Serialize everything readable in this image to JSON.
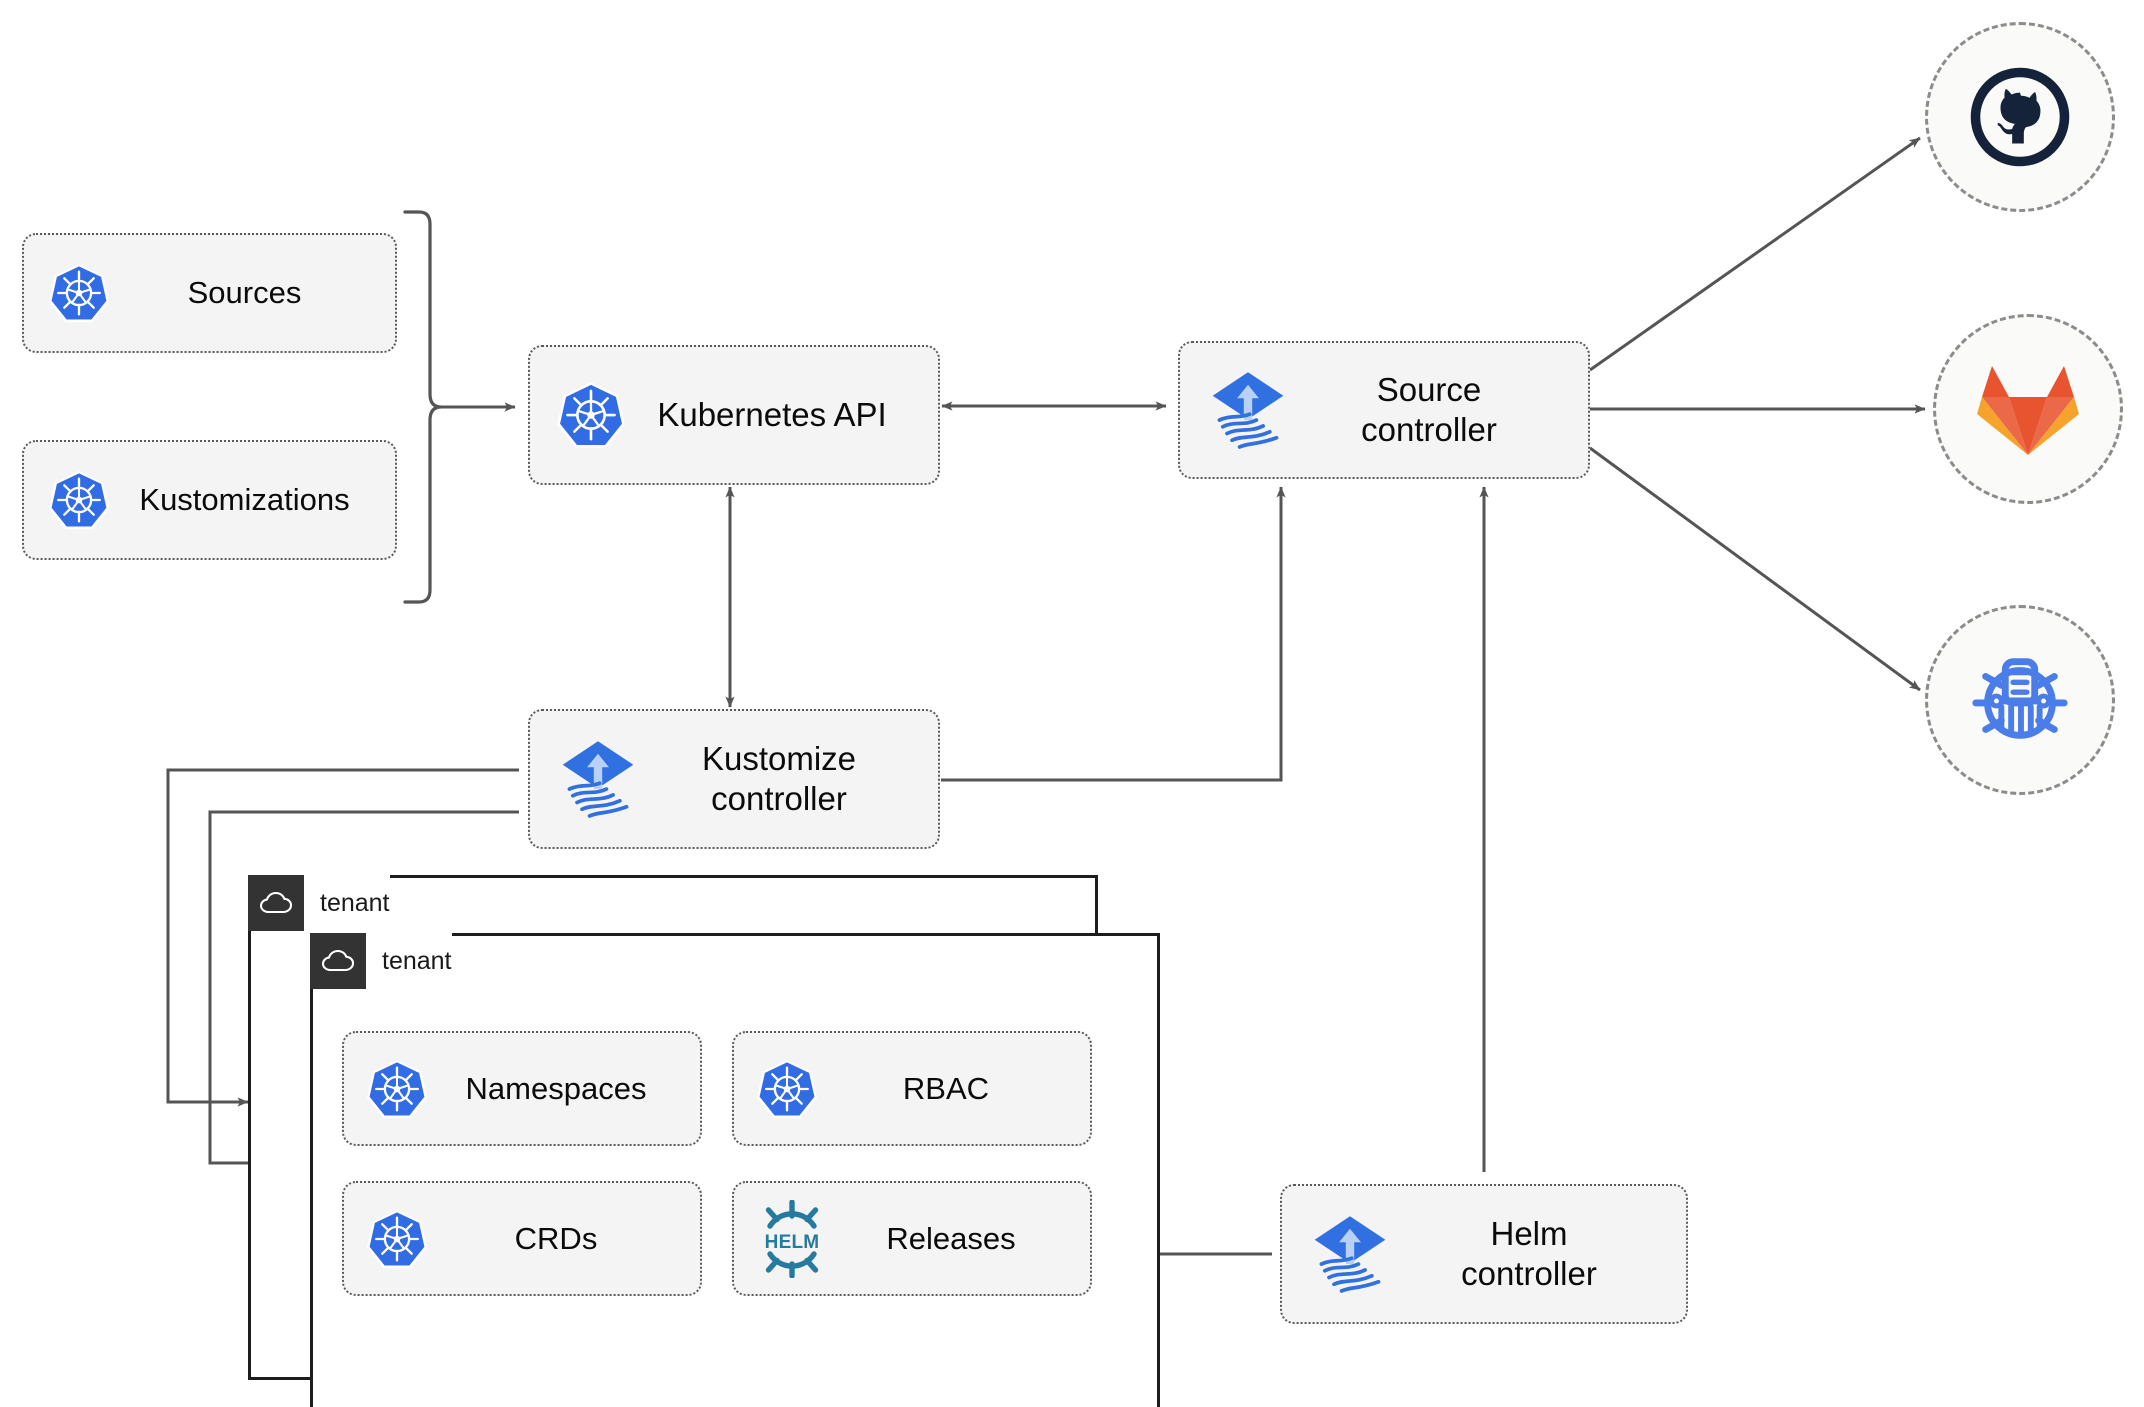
{
  "diagram": {
    "title": "Flux GitOps multi-tenancy architecture",
    "colors": {
      "kubernetes_blue": "#326ce5",
      "flux_blue": "#3070e0",
      "helm_teal": "#277a9f",
      "github_dark": "#15233a",
      "gitlab_orange": "#e8542f",
      "gitlab_amber": "#f6a32c",
      "harbor_blue": "#4a7de8",
      "node_fill": "#f4f4f4",
      "node_border": "#5a5a5a",
      "edge_stroke": "#555555",
      "tenant_border": "#1d1d1d",
      "tenant_tab": "#333333"
    }
  },
  "nodes": {
    "sources": {
      "label": "Sources",
      "icon": "kubernetes-icon"
    },
    "kustomizations": {
      "label": "Kustomizations",
      "icon": "kubernetes-icon"
    },
    "kubernetes_api": {
      "label": "Kubernetes API",
      "icon": "kubernetes-icon"
    },
    "source_controller": {
      "label": "Source\ncontroller",
      "icon": "flux-icon"
    },
    "kustomize_controller": {
      "label": "Kustomize\ncontroller",
      "icon": "flux-icon"
    },
    "helm_controller": {
      "label": "Helm\ncontroller",
      "icon": "flux-icon"
    },
    "namespaces": {
      "label": "Namespaces",
      "icon": "kubernetes-icon"
    },
    "rbac": {
      "label": "RBAC",
      "icon": "kubernetes-icon"
    },
    "crds": {
      "label": "CRDs",
      "icon": "kubernetes-icon"
    },
    "releases": {
      "label": "Releases",
      "icon": "helm-icon"
    }
  },
  "tenants": [
    {
      "label": "tenant",
      "icon": "cloud-icon"
    },
    {
      "label": "tenant",
      "icon": "cloud-icon"
    }
  ],
  "externals": [
    {
      "name": "github",
      "icon": "github-icon"
    },
    {
      "name": "gitlab",
      "icon": "gitlab-icon"
    },
    {
      "name": "harbor",
      "icon": "harbor-icon"
    }
  ],
  "edges": [
    {
      "from": "sources-kustomizations-brace",
      "to": "kubernetes_api",
      "type": "arrow"
    },
    {
      "from": "kubernetes_api",
      "to": "source_controller",
      "type": "bidirectional"
    },
    {
      "from": "kustomize_controller",
      "to": "kubernetes_api",
      "type": "bidirectional"
    },
    {
      "from": "kustomize_controller",
      "to": "source_controller",
      "type": "arrow"
    },
    {
      "from": "helm_controller",
      "to": "source_controller",
      "type": "arrow"
    },
    {
      "from": "source_controller",
      "to": "github",
      "type": "arrow"
    },
    {
      "from": "source_controller",
      "to": "gitlab",
      "type": "arrow"
    },
    {
      "from": "source_controller",
      "to": "harbor",
      "type": "arrow"
    },
    {
      "from": "kustomize_controller",
      "to": "tenant-1",
      "type": "arrow"
    },
    {
      "from": "kustomize_controller",
      "to": "tenant-2",
      "type": "arrow"
    },
    {
      "from": "helm_controller",
      "to": "releases",
      "type": "arrow"
    }
  ]
}
